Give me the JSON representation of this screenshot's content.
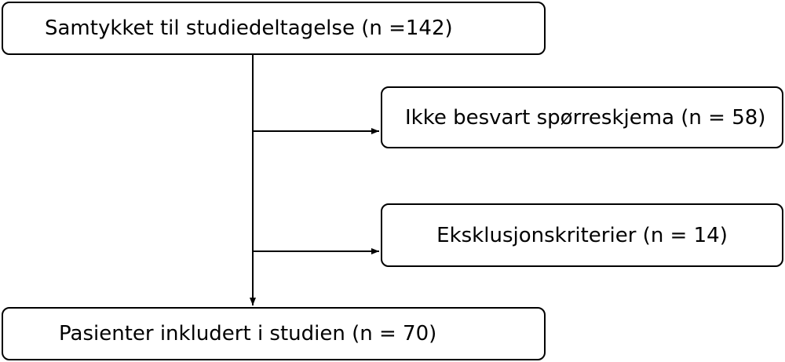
{
  "flowchart": {
    "consent": {
      "label": "Samtykket til studiedeltagelse (n =142)"
    },
    "unanswered": {
      "label": "Ikke besvart spørreskjema (n = 58)"
    },
    "exclusion": {
      "label": "Eksklusjonskriterier (n = 14)"
    },
    "included": {
      "label": "Pasienter inkludert i studien (n = 70)"
    }
  }
}
